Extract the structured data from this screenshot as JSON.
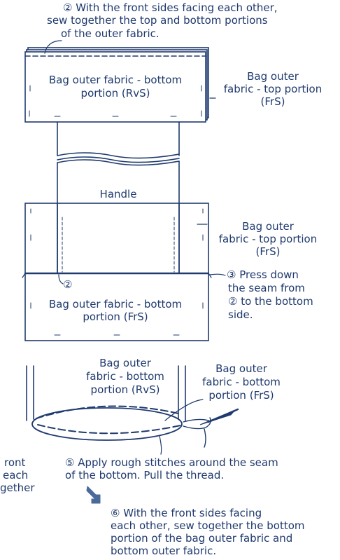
{
  "colors": {
    "ink": "#1f3a6e",
    "arrow": "#4a6a9a",
    "background": "#ffffff"
  },
  "icons": {
    "arrow": "diagonal-down-right-arrow-icon",
    "needle": "needle-icon"
  },
  "step2": {
    "lines": [
      "② With the front sides facing each other,",
      "sew together the top and bottom portions",
      "of the outer fabric."
    ]
  },
  "diagram1": {
    "bottom_rvs_label": [
      "Bag outer fabric - bottom",
      "portion (RvS)"
    ],
    "top_frs_label": [
      "Bag outer",
      "fabric - top portion",
      "(FrS)"
    ]
  },
  "diagram2": {
    "handle_label": "Handle",
    "top_frs_label": [
      "Bag outer",
      "fabric - top portion",
      "(FrS)"
    ],
    "step2_marker": "②",
    "bottom_frs_label": [
      "Bag outer fabric - bottom",
      "portion (FrS)"
    ],
    "step3": [
      "③ Press down",
      "the seam from",
      "② to the bottom",
      "side."
    ]
  },
  "diagram3": {
    "bottom_rvs_label": [
      "Bag outer",
      "fabric - bottom",
      "portion (RvS)"
    ],
    "bottom_frs_label": [
      "Bag outer",
      "fabric - bottom",
      "portion (FrS)"
    ]
  },
  "step4_partial": [
    "ront",
    "each",
    "gether"
  ],
  "step5": [
    "⑤ Apply rough stitches around the seam",
    "of the bottom. Pull the thread."
  ],
  "step6": [
    "⑥ With the front sides facing",
    "each other, sew together the bottom",
    "portion of the bag outer fabric and",
    "bottom outer fabric."
  ]
}
